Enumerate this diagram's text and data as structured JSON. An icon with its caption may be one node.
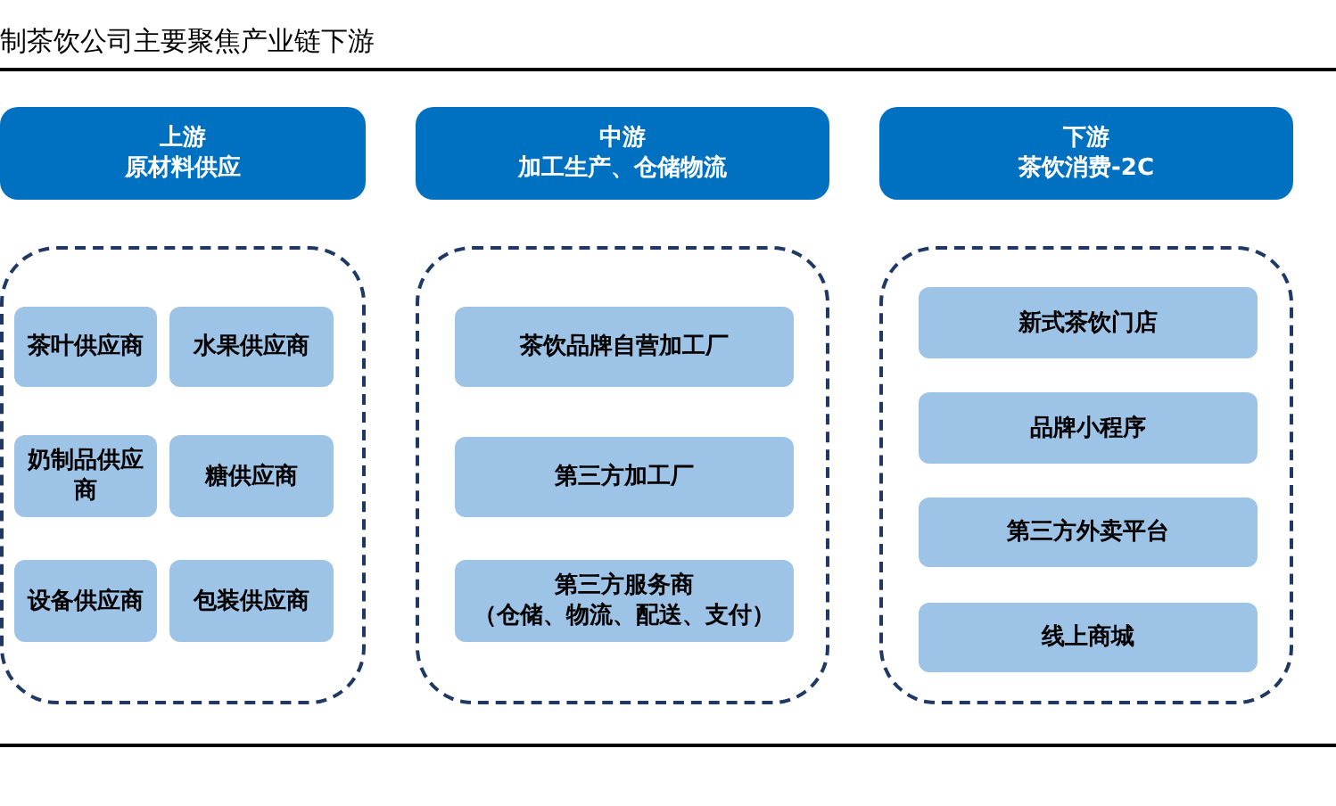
{
  "diagram": {
    "title": "制茶饮公司主要聚焦产业链下游",
    "nodes": [
      {
        "text": [
          "上游",
          "原材料供应"
        ]
      },
      {
        "text": [
          "中游",
          "加工生产、仓储物流"
        ]
      },
      {
        "text": [
          "下游",
          "茶饮消费-2C"
        ]
      },
      {
        "text": [],
        "shape": "box"
      },
      {
        "text": [
          "茶叶供应商"
        ],
        "in": 3
      },
      {
        "text": [
          "水果供应商"
        ],
        "in": 3
      },
      {
        "text": [
          "奶制品供应商"
        ],
        "in": 3
      },
      {
        "text": [
          "糖供应商"
        ],
        "in": 3
      },
      {
        "text": [
          "设备供应商"
        ],
        "in": 3
      },
      {
        "text": [
          "包装供应商"
        ],
        "in": 3
      },
      {
        "text": [],
        "shape": "box"
      },
      {
        "text": [
          "茶饮品牌自营加工厂"
        ],
        "in": 10
      },
      {
        "text": [
          "第三方加工厂"
        ],
        "in": 10
      },
      {
        "text": [
          "第三方服务商",
          "（仓储、物流、配送、支付）"
        ],
        "in": 10
      },
      {
        "text": [],
        "shape": "box"
      },
      {
        "text": [
          "新式茶饮门店"
        ],
        "in": 14
      },
      {
        "text": [
          "品牌小程序"
        ],
        "in": 14
      },
      {
        "text": [
          "第三方外卖平台"
        ],
        "in": 14
      },
      {
        "text": [
          "线上商城"
        ],
        "in": 14
      }
    ]
  }
}
